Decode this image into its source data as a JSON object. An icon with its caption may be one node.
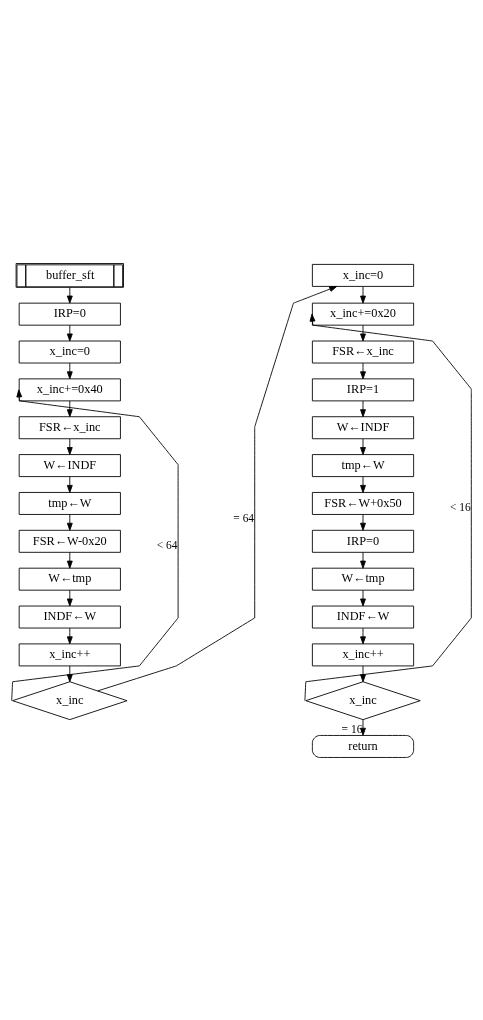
{
  "diagram": {
    "nodes": [
      {
        "text": [
          "buffer_sft"
        ]
      },
      {
        "text": [
          "IRP=0"
        ]
      },
      {
        "text": [
          "x_inc=0"
        ]
      },
      {
        "text": [
          "x_inc+=0x40"
        ]
      },
      {
        "text": [
          "FSR←x_inc"
        ]
      },
      {
        "text": [
          "W←INDF"
        ]
      },
      {
        "text": [
          "tmp←W"
        ]
      },
      {
        "text": [
          "FSR←W-0x20"
        ]
      },
      {
        "text": [
          "W←tmp"
        ]
      },
      {
        "text": [
          "INDF←W"
        ]
      },
      {
        "text": [
          "x_inc++"
        ]
      },
      {
        "text": [
          "x_inc"
        ]
      },
      {
        "text": [
          "x_inc=0"
        ]
      },
      {
        "text": [
          "x_inc+=0x20"
        ]
      },
      {
        "text": [
          "FSR←x_inc"
        ]
      },
      {
        "text": [
          "IRP=1"
        ]
      },
      {
        "text": [
          "W←INDF"
        ]
      },
      {
        "text": [
          "tmp←W"
        ]
      },
      {
        "text": [
          "FSR←W+0x50"
        ]
      },
      {
        "text": [
          "IRP=0"
        ]
      },
      {
        "text": [
          "W←tmp"
        ]
      },
      {
        "text": [
          "INDF←W"
        ]
      },
      {
        "text": [
          "x_inc++"
        ]
      },
      {
        "text": [
          "x_inc"
        ]
      },
      {
        "text": [
          "return"
        ]
      }
    ],
    "edges": [
      {
        "from": 0,
        "to": 1,
        "arrow": "to"
      },
      {
        "from": 1,
        "to": 2,
        "arrow": "to"
      },
      {
        "from": 2,
        "to": 3,
        "arrow": "to"
      },
      {
        "from": 3,
        "to": 4,
        "arrow": "to"
      },
      {
        "from": 4,
        "to": 5,
        "arrow": "to"
      },
      {
        "from": 5,
        "to": 6,
        "arrow": "to"
      },
      {
        "from": 6,
        "to": 7,
        "arrow": "to"
      },
      {
        "from": 7,
        "to": 8,
        "arrow": "to"
      },
      {
        "from": 8,
        "to": 9,
        "arrow": "to"
      },
      {
        "from": 9,
        "to": 10,
        "arrow": "to"
      },
      {
        "from": 10,
        "to": 11,
        "arrow": "to"
      },
      {
        "from": 11,
        "to": 3,
        "label": "< 64",
        "arrow": "to"
      },
      {
        "from": 11,
        "to": 12,
        "label": "= 64",
        "arrow": "to"
      },
      {
        "from": 12,
        "to": 13,
        "arrow": "to"
      },
      {
        "from": 13,
        "to": 14,
        "arrow": "to"
      },
      {
        "from": 14,
        "to": 15,
        "arrow": "to"
      },
      {
        "from": 15,
        "to": 16,
        "arrow": "to"
      },
      {
        "from": 16,
        "to": 17,
        "arrow": "to"
      },
      {
        "from": 17,
        "to": 18,
        "arrow": "to"
      },
      {
        "from": 18,
        "to": 19,
        "arrow": "to"
      },
      {
        "from": 19,
        "to": 20,
        "arrow": "to"
      },
      {
        "from": 20,
        "to": 21,
        "arrow": "to"
      },
      {
        "from": 21,
        "to": 22,
        "arrow": "to"
      },
      {
        "from": 22,
        "to": 23,
        "arrow": "to"
      },
      {
        "from": 23,
        "to": 13,
        "label": "< 16",
        "arrow": "to"
      },
      {
        "from": 23,
        "to": 24,
        "label": "= 16",
        "arrow": "to"
      }
    ]
  }
}
